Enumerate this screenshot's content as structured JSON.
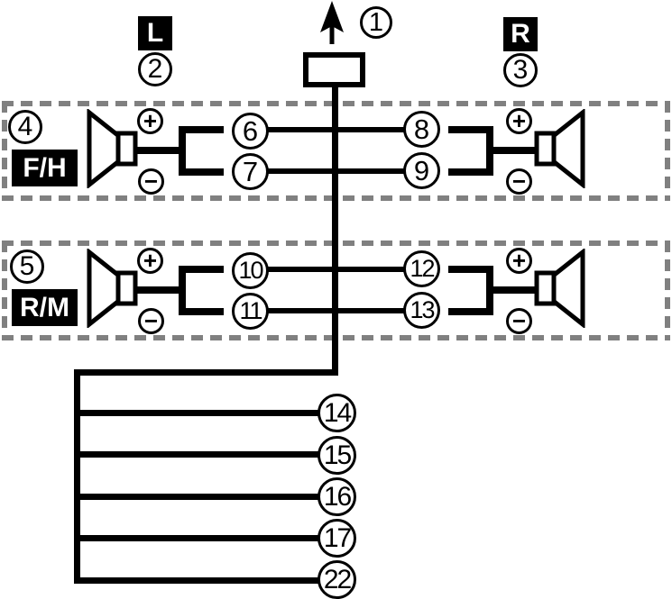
{
  "colors": {
    "line": "#000000",
    "dash_border": "#808080",
    "badge_bg": "#000000",
    "badge_text": "#ffffff",
    "background": "#ffffff"
  },
  "antenna": {
    "number": "1"
  },
  "channel_left": {
    "badge": "L",
    "number": "2"
  },
  "channel_right": {
    "badge": "R",
    "number": "3"
  },
  "row_fh": {
    "number": "4",
    "badge": "F/H",
    "plus": "+",
    "minus": "−",
    "wire_left_top": "6",
    "wire_left_bottom": "7",
    "wire_right_top": "8",
    "wire_right_bottom": "9"
  },
  "row_rm": {
    "number": "5",
    "badge": "R/M",
    "plus": "+",
    "minus": "−",
    "wire_left_top": "10",
    "wire_left_bottom": "11",
    "wire_right_top": "12",
    "wire_right_bottom": "13"
  },
  "bottom_wires": {
    "w14": "14",
    "w15": "15",
    "w16": "16",
    "w17": "17",
    "w22": "22"
  }
}
